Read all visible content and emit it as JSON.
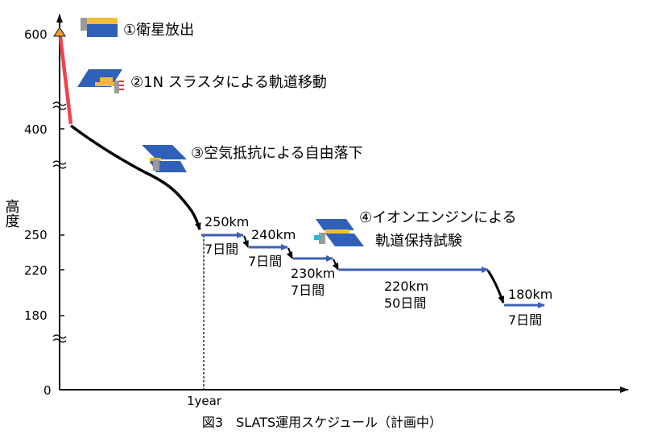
{
  "y_axis": {
    "label": "高度",
    "ticks": [
      "600",
      "400",
      "250",
      "220",
      "180",
      "0"
    ]
  },
  "x_axis": {
    "tick": "1year"
  },
  "stages": [
    {
      "label": "①衛星放出"
    },
    {
      "label": "②1N スラスタによる軌道移動"
    },
    {
      "label": "③空気抵抗による自由落下"
    },
    {
      "label_line1": "④イオンエンジンによる",
      "label_line2": "軌道保持試験"
    }
  ],
  "segments": [
    {
      "altitude": "250km",
      "duration": "7日間"
    },
    {
      "altitude": "240km",
      "duration": "7日間"
    },
    {
      "altitude": "230km",
      "duration": "7日間"
    },
    {
      "altitude": "220km",
      "duration": "50日間"
    },
    {
      "altitude": "180km",
      "duration": "7日間"
    }
  ],
  "caption": "図3　SLATS運用スケジュール（計画中）",
  "colors": {
    "axis": "#111111",
    "descent_red": "#f0434a",
    "orbit_black": "#000000",
    "hold_blue": "#3d5fb5",
    "release_marker": "#f39a2e",
    "panel_blue": "#2f61b9",
    "panel_gold": "#f2bc3a",
    "panel_gray": "#9a9a9a",
    "ion_cyan": "#22b8d6",
    "thruster_red": "#e5322d"
  },
  "icons": [
    "satellite-release-icon",
    "satellite-thruster-icon",
    "satellite-drag-icon",
    "satellite-ion-engine-icon"
  ]
}
